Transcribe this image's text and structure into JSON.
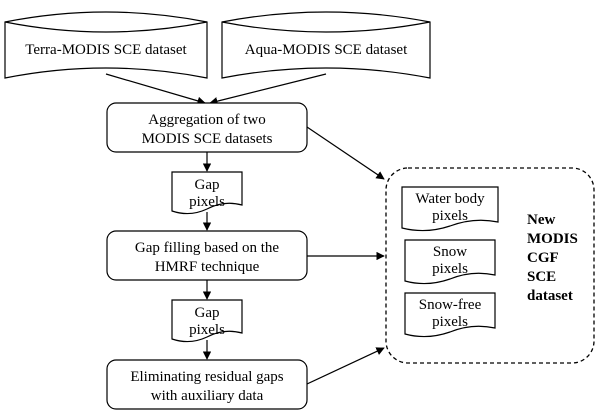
{
  "diagram": {
    "inputs": {
      "terra": "Terra-MODIS SCE dataset",
      "aqua": "Aqua-MODIS SCE dataset"
    },
    "steps": {
      "aggregation": {
        "line1": "Aggregation of two",
        "line2": "MODIS SCE datasets"
      },
      "gap1": {
        "line1": "Gap",
        "line2": "pixels"
      },
      "hmrf": {
        "line1": "Gap filling based on the",
        "line2": "HMRF technique"
      },
      "gap2": {
        "line1": "Gap",
        "line2": "pixels"
      },
      "residual": {
        "line1": "Eliminating residual gaps",
        "line2": "with auxiliary data"
      }
    },
    "output": {
      "water": {
        "line1": "Water body",
        "line2": "pixels"
      },
      "snow": {
        "line1": "Snow",
        "line2": "pixels"
      },
      "snowfree": {
        "line1": "Snow-free",
        "line2": "pixels"
      },
      "title": {
        "line1": "New",
        "line2": "MODIS",
        "line3": "CGF",
        "line4": "SCE",
        "line5": "dataset"
      }
    }
  }
}
